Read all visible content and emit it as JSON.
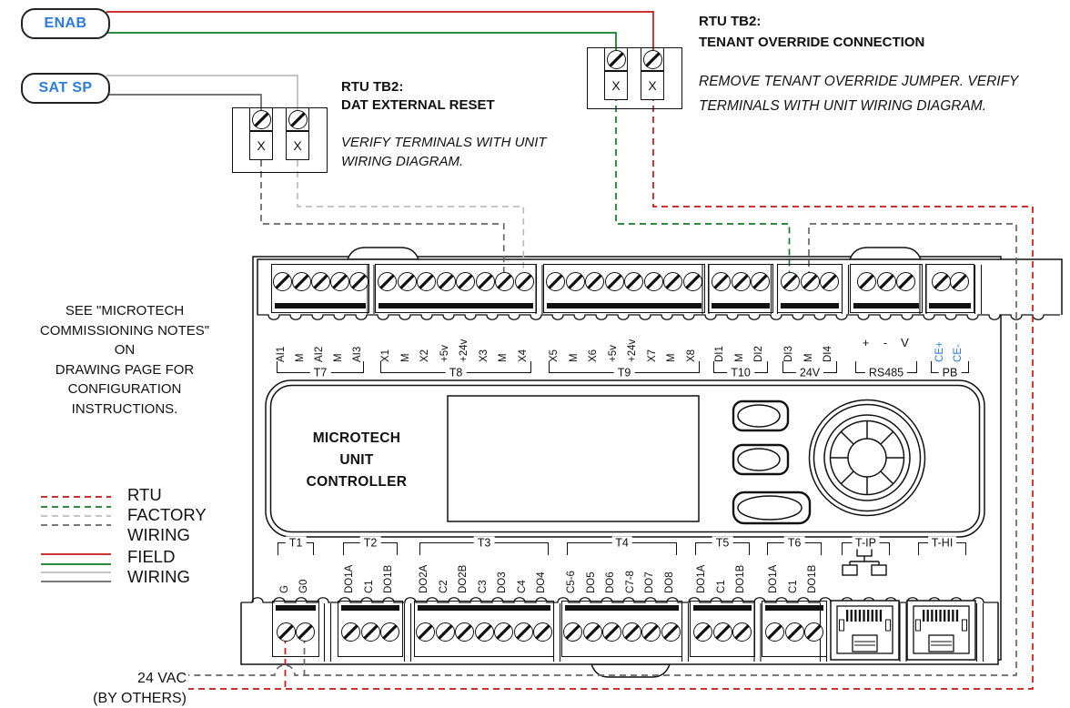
{
  "colors": {
    "wire_red": "#c81414",
    "wire_green": "#0f7d23",
    "wire_gray_light": "#bdbdbd",
    "wire_gray_dark": "#666666",
    "label_blue": "#2b7ce0",
    "line_black": "#111111"
  },
  "tags": {
    "enab": "ENAB",
    "sat_sp": "SAT SP"
  },
  "callouts": {
    "dat_reset": {
      "title1": "RTU TB2:",
      "title2": "DAT EXTERNAL RESET",
      "note1": "VERIFY TERMINALS WITH UNIT",
      "note2": "WIRING DIAGRAM."
    },
    "tenant_override": {
      "title1": "RTU TB2:",
      "title2": "TENANT OVERRIDE CONNECTION",
      "note1": "REMOVE TENANT OVERRIDE JUMPER. VERIFY",
      "note2": "TERMINALS WITH UNIT WIRING DIAGRAM."
    }
  },
  "commissioning_note": [
    "SEE \"MICROTECH",
    "COMMISSIONING NOTES\"",
    "ON",
    "DRAWING PAGE FOR",
    "CONFIGURATION",
    "INSTRUCTIONS."
  ],
  "legend": {
    "rtu_factory": [
      "RTU",
      "FACTORY",
      "WIRING"
    ],
    "field": [
      "FIELD",
      "WIRING"
    ]
  },
  "x_terminal_label": "X",
  "controller_name": [
    "MICROTECH",
    "UNIT",
    "CONTROLLER"
  ],
  "top_terminals": [
    {
      "group": "T7",
      "labels": [
        "AI1",
        "M",
        "AI2",
        "M",
        "AI3"
      ]
    },
    {
      "group": "T8",
      "labels": [
        "X1",
        "M",
        "X2",
        "+5v",
        "+24v",
        "X3",
        "M",
        "X4"
      ]
    },
    {
      "group": "T9",
      "labels": [
        "X5",
        "M",
        "X6",
        "+5v",
        "+24v",
        "X7",
        "M",
        "X8"
      ]
    },
    {
      "group": "T10",
      "labels": [
        "DI1",
        "M",
        "DI2"
      ]
    },
    {
      "group": "24V",
      "labels": [
        "DI3",
        "M",
        "DI4"
      ]
    },
    {
      "group": "RS485",
      "labels": [
        "+",
        "-",
        "V"
      ]
    },
    {
      "group": "PB",
      "labels": [
        "CE+",
        "CE-"
      ]
    }
  ],
  "bottom_terminals": [
    {
      "group": "T1",
      "labels": [
        "G",
        "G0"
      ]
    },
    {
      "group": "T2",
      "labels": [
        "DO1A",
        "C1",
        "DO1B"
      ]
    },
    {
      "group": "T3",
      "labels": [
        "DO2A",
        "C2",
        "DO2B",
        "C3",
        "DO3",
        "C4",
        "DO4"
      ]
    },
    {
      "group": "T4",
      "labels": [
        "C5-6",
        "DO5",
        "DO6",
        "C7-8",
        "DO7",
        "DO8"
      ]
    },
    {
      "group": "T5",
      "labels": [
        "DO1A",
        "C1",
        "DO1B"
      ]
    },
    {
      "group": "T6",
      "labels": [
        "DO1A",
        "C1",
        "DO1B"
      ]
    },
    {
      "group": "T-IP",
      "labels": [],
      "icon": "ethernet-network-icon",
      "port": "rj45"
    },
    {
      "group": "T-HI",
      "labels": [],
      "port": "rj45"
    }
  ],
  "power_source": {
    "line1": "24 VAC",
    "line2": "(BY OTHERS)"
  }
}
